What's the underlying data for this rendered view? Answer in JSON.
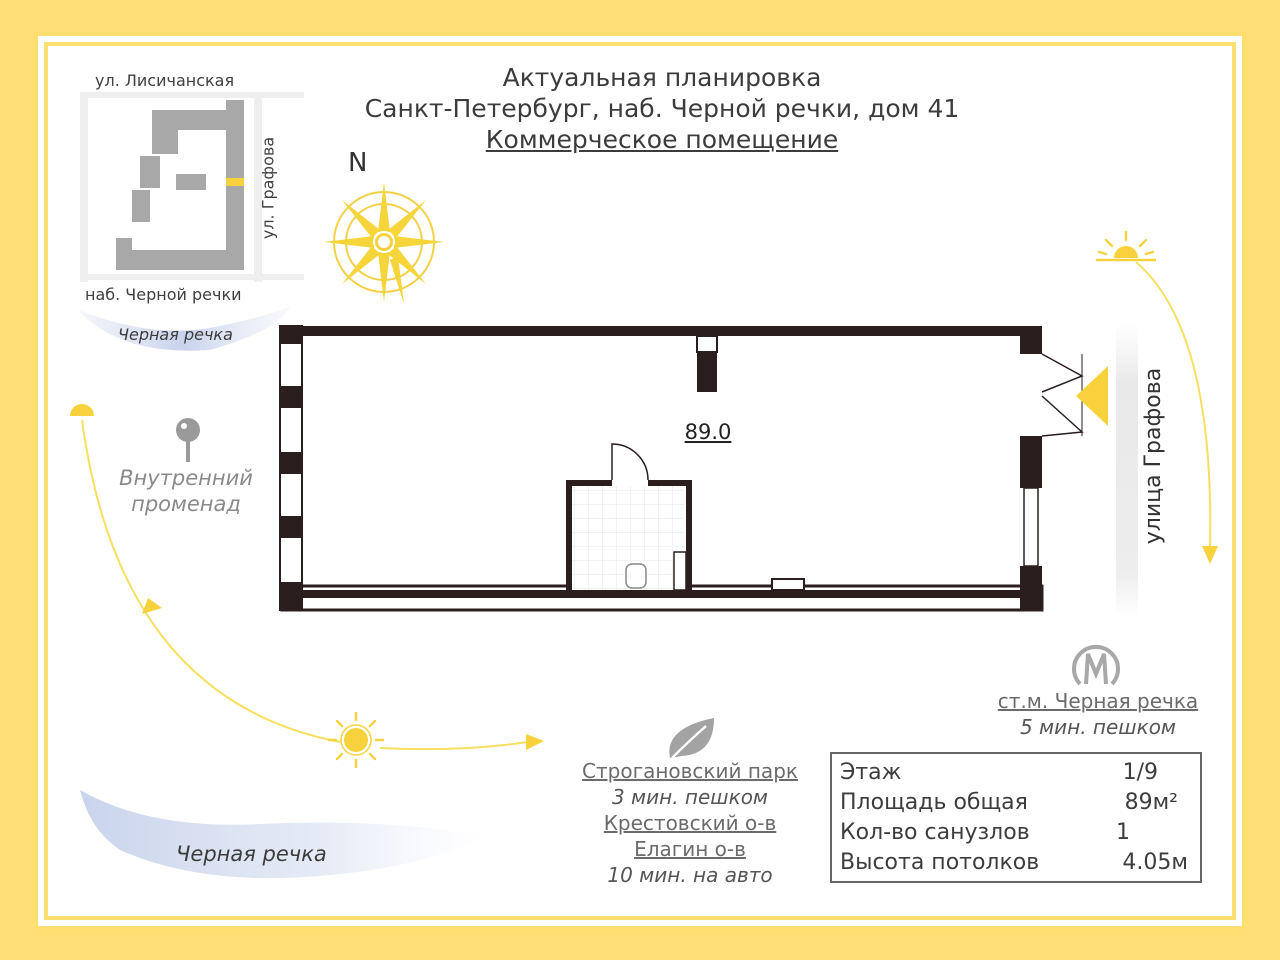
{
  "header": {
    "line1": "Актуальная планировка",
    "line2": "Санкт-Петербург, наб. Черной речки, дом 41",
    "line3": "Коммерческое помещение"
  },
  "site_map": {
    "street_top": "ул. Лисичанская",
    "street_right": "ул. Графова",
    "street_bottom": "наб. Черной речки",
    "river": "Черная речка"
  },
  "compass": {
    "north": "N"
  },
  "plan": {
    "area": "89.0"
  },
  "street_side": "улица Графова",
  "promenade": {
    "line1": "Внутренний",
    "line2": "променад"
  },
  "metro": {
    "name": "ст.м. Черная речка",
    "time": "5 мин. пешком"
  },
  "park": {
    "name": "Строгановский парк",
    "time": "3 мин. пешком",
    "island1": "Крестовский о-в",
    "island2": "Елагин о-в",
    "time2": "10 мин. на авто"
  },
  "river_bottom": "Черная речка",
  "specs": [
    {
      "label": "Этаж",
      "value": "1/9"
    },
    {
      "label": "Площадь общая",
      "value": "89м²"
    },
    {
      "label": "Кол-во санузлов",
      "value": "1"
    },
    {
      "label": "Высота потолков",
      "value": "4.05м"
    }
  ],
  "colors": {
    "background": "#ffe074",
    "accent": "#f7d23c",
    "wall": "#2a1e1e",
    "gray": "#9a9a9a"
  },
  "icons": [
    "compass-rose-icon",
    "sun-icon",
    "location-pin-icon",
    "metro-icon",
    "leaf-icon",
    "entrance-arrow-icon"
  ]
}
